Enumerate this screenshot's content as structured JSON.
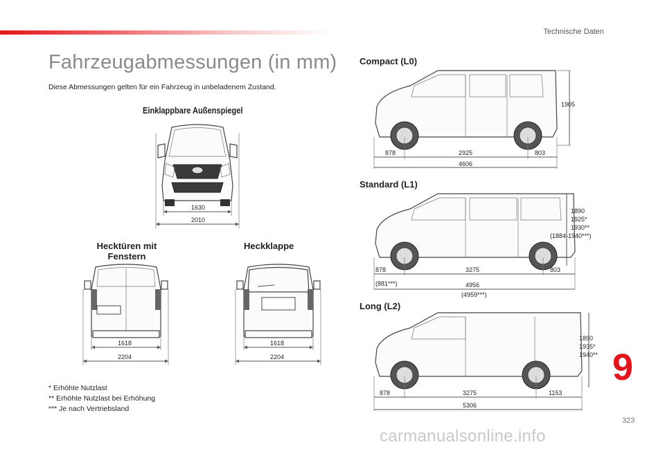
{
  "header": {
    "section_label": "Technische Daten"
  },
  "title": "Fahrzeugabmessungen (in mm)",
  "subtitle": "Diese Abmessungen gelten für ein Fahrzeug in unbeladenem Zustand.",
  "front_view": {
    "title": "Einklappbare Außenspiegel",
    "width_body": "1630",
    "width_mirrors": "2010"
  },
  "rear_doors": {
    "title_line1": "Hecktüren mit",
    "title_line2": "Fenstern",
    "width_inner": "1618",
    "width_outer": "2204"
  },
  "tailgate": {
    "title": "Heckklappe",
    "width_inner": "1618",
    "width_outer": "2204"
  },
  "compact": {
    "title": "Compact (L0)",
    "front_overhang": "878",
    "wheelbase": "2925",
    "rear_overhang": "803",
    "length": "4606",
    "height": "1905"
  },
  "standard": {
    "title": "Standard (L1)",
    "front_overhang": "878",
    "front_overhang_alt": "(881***)",
    "wheelbase": "3275",
    "rear_overhang": "803",
    "length": "4956",
    "length_alt": "(4959***)",
    "height_1": "1890",
    "height_2": "1925*",
    "height_3": "1930**",
    "height_4": "(1884-1940***)"
  },
  "long": {
    "title": "Long (L2)",
    "front_overhang": "878",
    "wheelbase": "3275",
    "rear_overhang": "1153",
    "length": "5306",
    "height_1": "1890",
    "height_2": "1935*",
    "height_3": "1940**"
  },
  "footnotes": [
    "* Erhöhte Nutzlast",
    "** Erhöhte Nutzlast bei Erhöhung",
    "*** Je nach Vertriebsland"
  ],
  "chapter_number": "9",
  "page_number": "323",
  "watermark": "carmanualsonline.info"
}
